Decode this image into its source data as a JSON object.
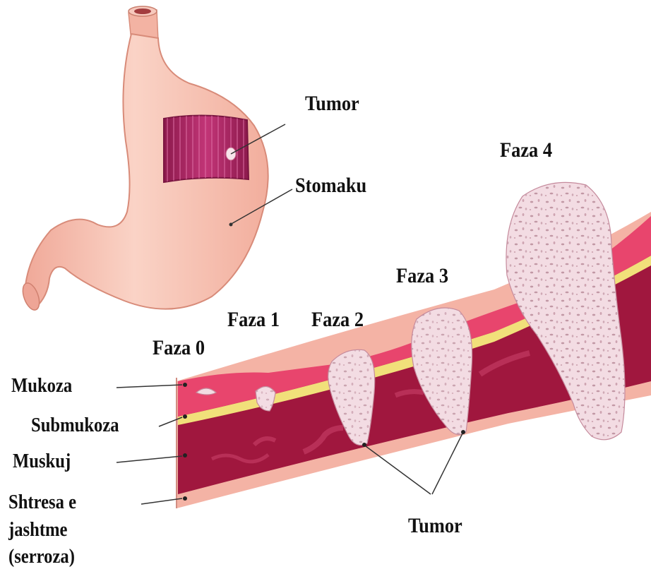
{
  "labels": {
    "tumor_top": "Tumor",
    "stomach": "Stomaku",
    "faza0": "Faza 0",
    "faza1": "Faza 1",
    "faza2": "Faza 2",
    "faza3": "Faza 3",
    "faza4": "Faza 4",
    "mukoza": "Mukoza",
    "submukoza": "Submukoza",
    "muskuj": "Muskuj",
    "serosa_line1": "Shtresa e",
    "serosa_line2": "jashtme",
    "serosa_line3": "(serroza)",
    "tumor_bottom": "Tumor"
  },
  "colors": {
    "stomach_skin": "#f6c3b6",
    "stomach_inner": "#b82a68",
    "mucosa": "#e8456e",
    "submucosa": "#f4e07a",
    "muscle": "#a1183f",
    "serosa": "#f7b7a8",
    "tumor": "#f3dce3",
    "text": "#111111"
  }
}
